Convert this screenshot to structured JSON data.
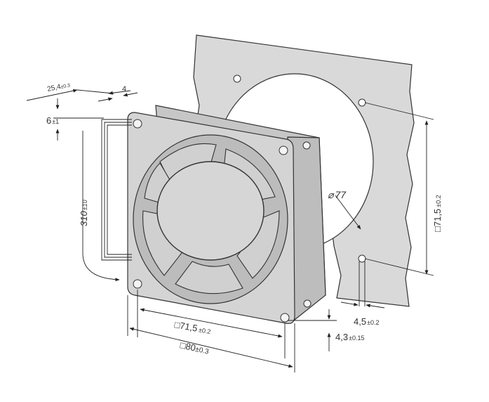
{
  "dimensions": {
    "cable_length": "310",
    "cable_length_tol": "±10",
    "cable_offset": "6",
    "cable_offset_tol": "±1",
    "depth": "25,4",
    "depth_tol": "±0.3",
    "rib_depth": "4",
    "hole_spacing_front": "71,5",
    "hole_spacing_front_tol": "±0.2",
    "frame_size": "80",
    "frame_size_tol": "±0.3",
    "panel_cutout_diameter": "77",
    "panel_hole_spacing": "71,5",
    "panel_hole_spacing_tol": "±0.2",
    "panel_hole_diameter": "4,5",
    "panel_hole_diameter_tol": "±0.2",
    "fan_hole_diameter": "4,3",
    "fan_hole_diameter_tol": "±0.15"
  },
  "symbols": {
    "square": "□",
    "diameter": "⌀"
  },
  "colors": {
    "panel_fill": "#d9d9d9",
    "fan_fill": "#d4d4d4",
    "fan_dark": "#b9b9b9",
    "line": "#222222"
  }
}
